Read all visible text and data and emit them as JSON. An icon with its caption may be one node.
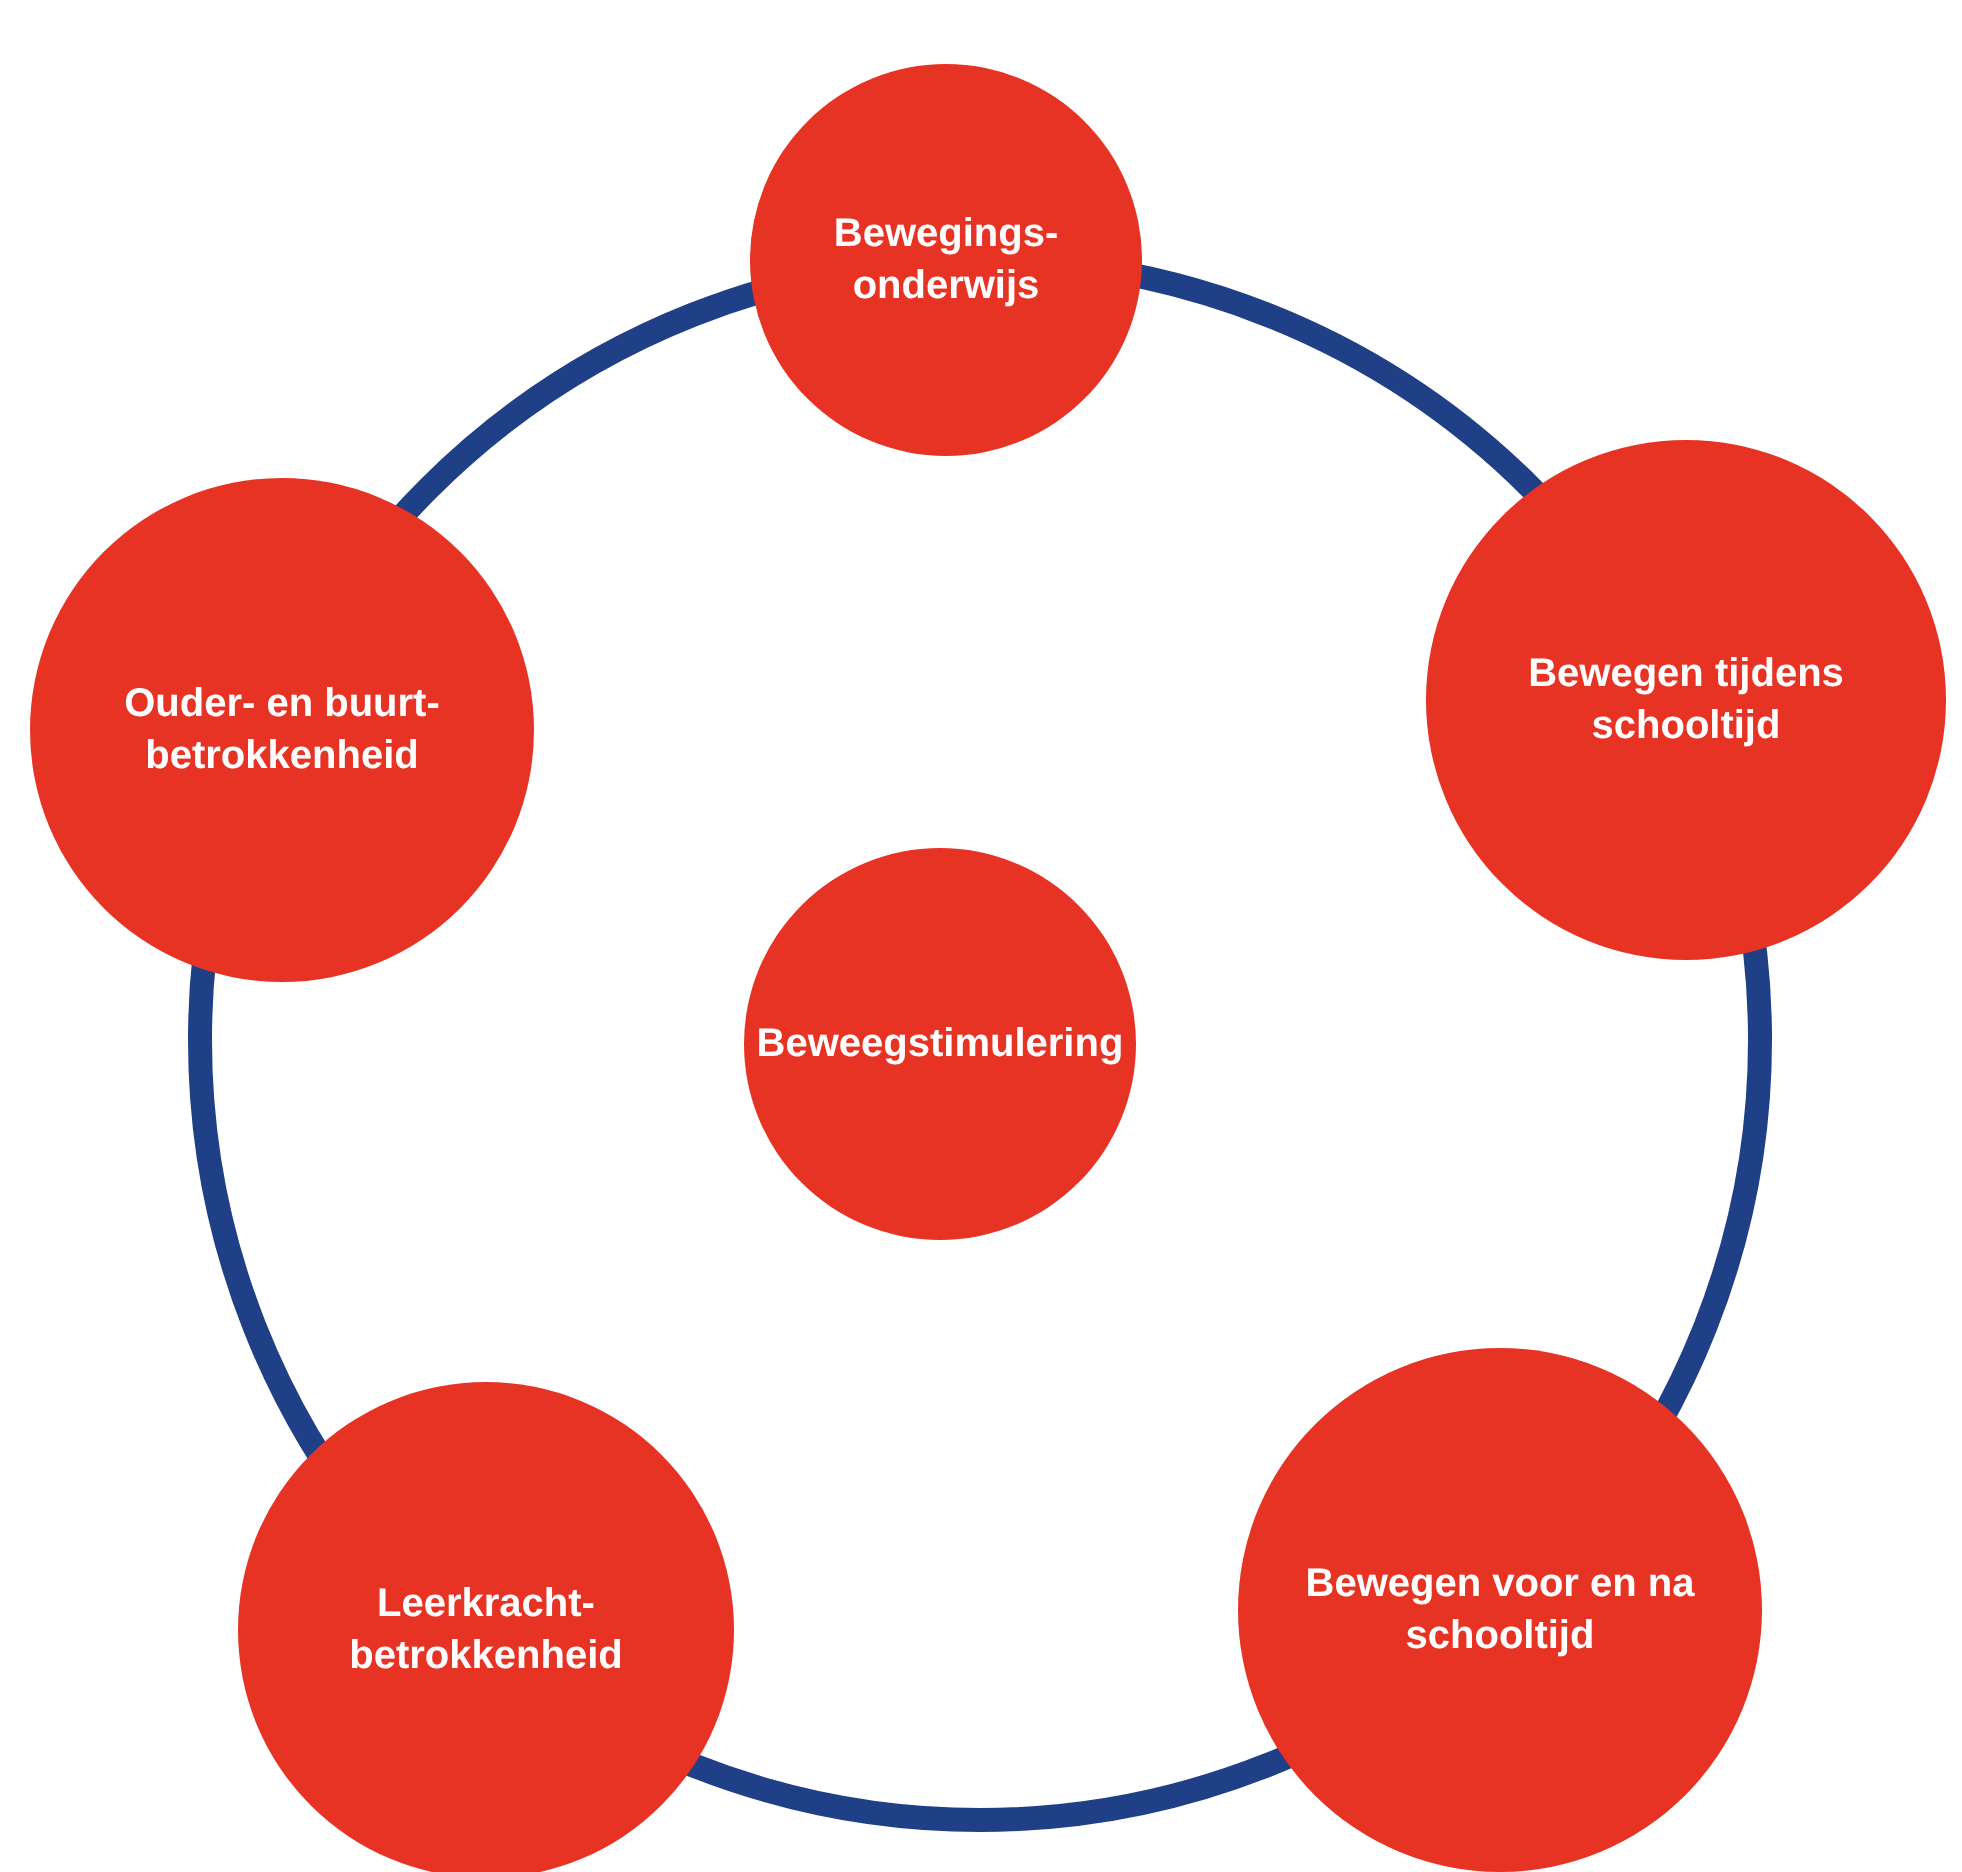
{
  "diagram": {
    "nodes": [
      {
        "text": [
          "Bewegings- onderwijs"
        ]
      },
      {
        "text": [
          "Ouder- en buurt- betrokkenheid"
        ]
      },
      {
        "text": [
          "Bewegen tijdens schooltijd"
        ]
      },
      {
        "text": [
          "Beweegstimulering"
        ]
      },
      {
        "text": [
          "Leerkracht- betrokkenheid"
        ]
      },
      {
        "text": [
          "Bewegen voor en na schooltijd"
        ]
      }
    ]
  }
}
